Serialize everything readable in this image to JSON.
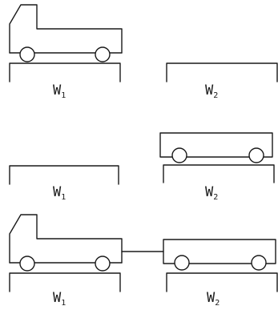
{
  "scenes": [
    {
      "name": "truck-on-scale-1",
      "scales": [
        {
          "letter": "W",
          "subscript": "1"
        },
        {
          "letter": "W",
          "subscript": "2"
        }
      ]
    },
    {
      "name": "trailer-on-scale-2",
      "scales": [
        {
          "letter": "W",
          "subscript": "1"
        },
        {
          "letter": "W",
          "subscript": "2"
        }
      ]
    },
    {
      "name": "truck-towing-trailer",
      "scales": [
        {
          "letter": "W",
          "subscript": "1"
        },
        {
          "letter": "W",
          "subscript": "2"
        }
      ]
    }
  ],
  "colors": {
    "line": "#1a1a1a",
    "background": "#ffffff"
  }
}
